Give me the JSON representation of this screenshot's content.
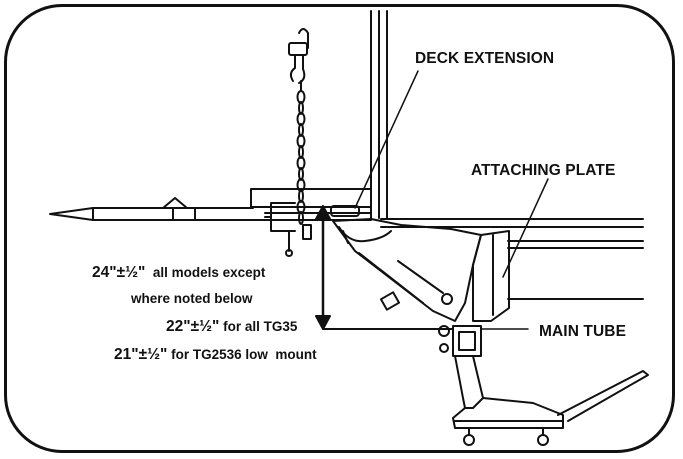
{
  "labels": {
    "deck_extension": "DECK EXTENSION",
    "attaching_plate": "ATTACHING PLATE",
    "main_tube": "MAIN TUBE"
  },
  "notes": {
    "line1_value": "24\"±½\"",
    "line1_text": "  all models except",
    "line2_text": "where noted below",
    "line3_value": "22\"±½\"",
    "line3_text": " for all TG35",
    "line4_value": "21\"±½\"",
    "line4_text": " for TG2536 low  mount"
  },
  "colors": {
    "ink": "#111111",
    "fill": "#d9d9d9",
    "background": "#ffffff"
  }
}
